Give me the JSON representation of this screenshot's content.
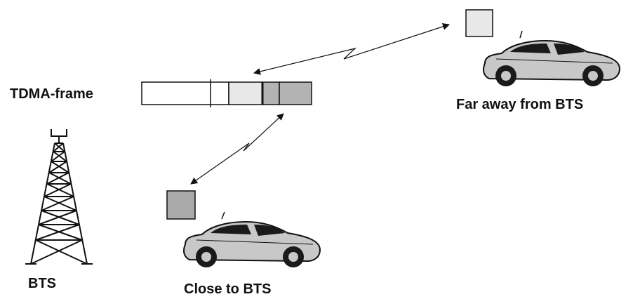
{
  "labels": {
    "tdma_frame": "TDMA-frame",
    "far_car": "Far away from BTS",
    "near_car": "Close to BTS",
    "bts": "BTS"
  },
  "colors": {
    "stroke": "#111111",
    "slot_light": "#e8e8e8",
    "slot_dark": "#b3b3b3",
    "burst_far": "#e8e8e8",
    "burst_near": "#aaaaaa",
    "car_body": "#c8c8c8",
    "car_dark": "#1a1a1a"
  },
  "icons": [
    "tower-icon",
    "car-icon",
    "car-icon",
    "double-arrow-icon",
    "double-arrow-icon"
  ]
}
